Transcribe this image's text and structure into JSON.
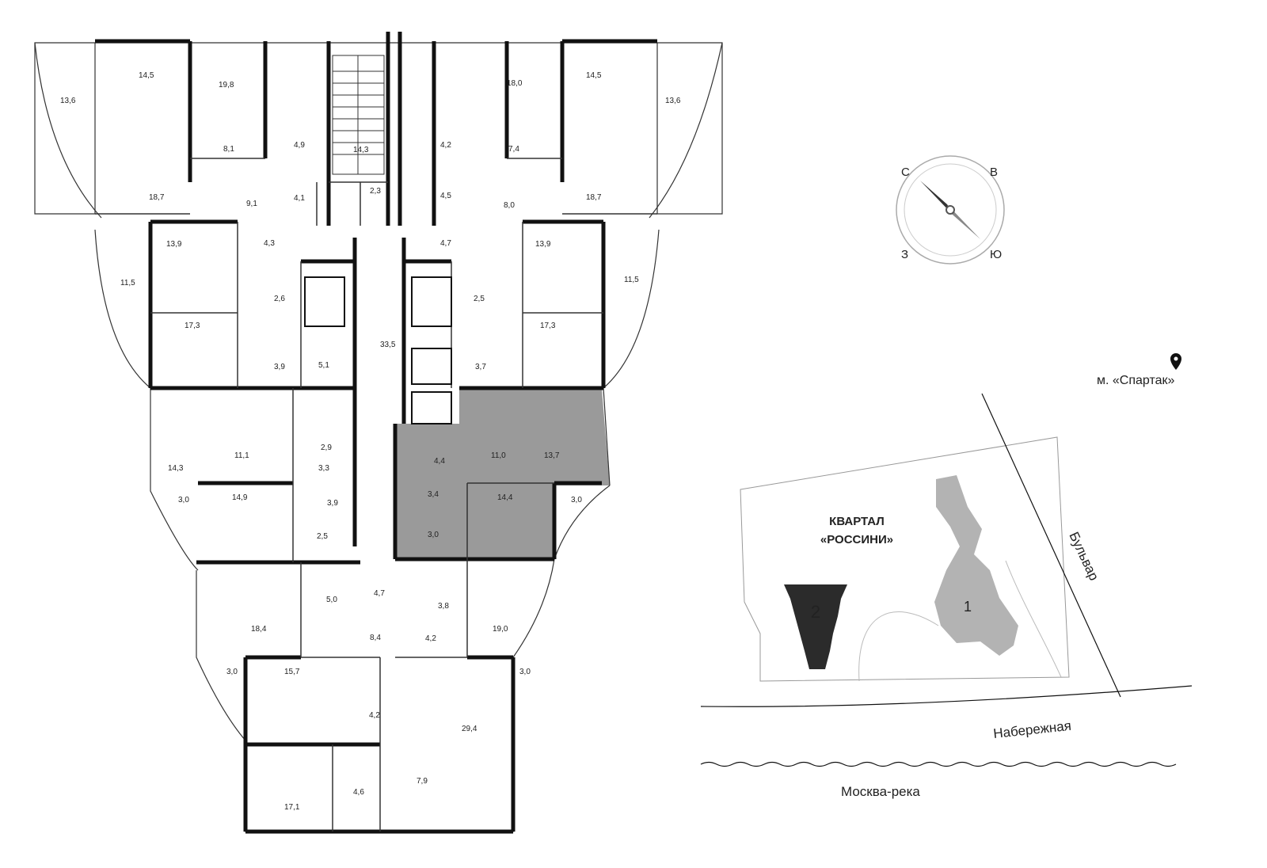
{
  "compass": {
    "north": "С",
    "east": "В",
    "west": "З",
    "south": "Ю"
  },
  "metro": {
    "label": "м. «Спартак»"
  },
  "map": {
    "quarter_line1": "КВАРТАЛ",
    "quarter_line2": "«РОССИНИ»",
    "building_current": "2",
    "building_other": "1",
    "street_boulevard": "Бульвар",
    "street_embankment": "Набережная",
    "river": "Москва-река"
  },
  "colors": {
    "highlight": "#9a9a9a",
    "building_current": "#2b2b2b",
    "building_other": "#b3b3b3"
  },
  "rooms": [
    {
      "id": "r1",
      "label": "14,5"
    },
    {
      "id": "r2",
      "label": "13,6"
    },
    {
      "id": "r3",
      "label": "19,8"
    },
    {
      "id": "r4",
      "label": "8,1"
    },
    {
      "id": "r5",
      "label": "4,9"
    },
    {
      "id": "r6",
      "label": "14,3"
    },
    {
      "id": "r7",
      "label": "18,7"
    },
    {
      "id": "r8",
      "label": "9,1"
    },
    {
      "id": "r9",
      "label": "4,1"
    },
    {
      "id": "r10",
      "label": "2,3"
    },
    {
      "id": "r11",
      "label": "18,0"
    },
    {
      "id": "r12",
      "label": "14,5"
    },
    {
      "id": "r13",
      "label": "13,6"
    },
    {
      "id": "r14",
      "label": "7,4"
    },
    {
      "id": "r15",
      "label": "4,2"
    },
    {
      "id": "r16",
      "label": "4,5"
    },
    {
      "id": "r17",
      "label": "8,0"
    },
    {
      "id": "r18",
      "label": "18,7"
    },
    {
      "id": "r19",
      "label": "13,9"
    },
    {
      "id": "r20",
      "label": "4,3"
    },
    {
      "id": "r21",
      "label": "4,7"
    },
    {
      "id": "r22",
      "label": "13,9"
    },
    {
      "id": "r23",
      "label": "11,5"
    },
    {
      "id": "r24",
      "label": "11,5"
    },
    {
      "id": "r25",
      "label": "2,6"
    },
    {
      "id": "r26",
      "label": "2,5"
    },
    {
      "id": "r27",
      "label": "17,3"
    },
    {
      "id": "r28",
      "label": "17,3"
    },
    {
      "id": "r29",
      "label": "33,5"
    },
    {
      "id": "r30",
      "label": "5,1"
    },
    {
      "id": "r31",
      "label": "3,9"
    },
    {
      "id": "r32",
      "label": "3,7"
    },
    {
      "id": "r33",
      "label": "11,1"
    },
    {
      "id": "r34",
      "label": "2,9"
    },
    {
      "id": "r35",
      "label": "14,3"
    },
    {
      "id": "r36",
      "label": "3,3"
    },
    {
      "id": "r37",
      "label": "11,0"
    },
    {
      "id": "r38",
      "label": "13,7"
    },
    {
      "id": "r39",
      "label": "4,4"
    },
    {
      "id": "r40",
      "label": "3,0"
    },
    {
      "id": "r41",
      "label": "14,9"
    },
    {
      "id": "r42",
      "label": "3,9"
    },
    {
      "id": "r43",
      "label": "3,4"
    },
    {
      "id": "r44",
      "label": "14,4"
    },
    {
      "id": "r45",
      "label": "3,0"
    },
    {
      "id": "r46",
      "label": "2,5"
    },
    {
      "id": "r47",
      "label": "3,0"
    },
    {
      "id": "r48",
      "label": "4,7"
    },
    {
      "id": "r49",
      "label": "5,0"
    },
    {
      "id": "r50",
      "label": "3,8"
    },
    {
      "id": "r51",
      "label": "18,4"
    },
    {
      "id": "r52",
      "label": "19,0"
    },
    {
      "id": "r53",
      "label": "8,4"
    },
    {
      "id": "r54",
      "label": "4,2"
    },
    {
      "id": "r55",
      "label": "3,0"
    },
    {
      "id": "r56",
      "label": "15,7"
    },
    {
      "id": "r57",
      "label": "3,0"
    },
    {
      "id": "r58",
      "label": "4,2"
    },
    {
      "id": "r59",
      "label": "29,4"
    },
    {
      "id": "r60",
      "label": "7,9"
    },
    {
      "id": "r61",
      "label": "4,6"
    },
    {
      "id": "r62",
      "label": "17,1"
    }
  ]
}
